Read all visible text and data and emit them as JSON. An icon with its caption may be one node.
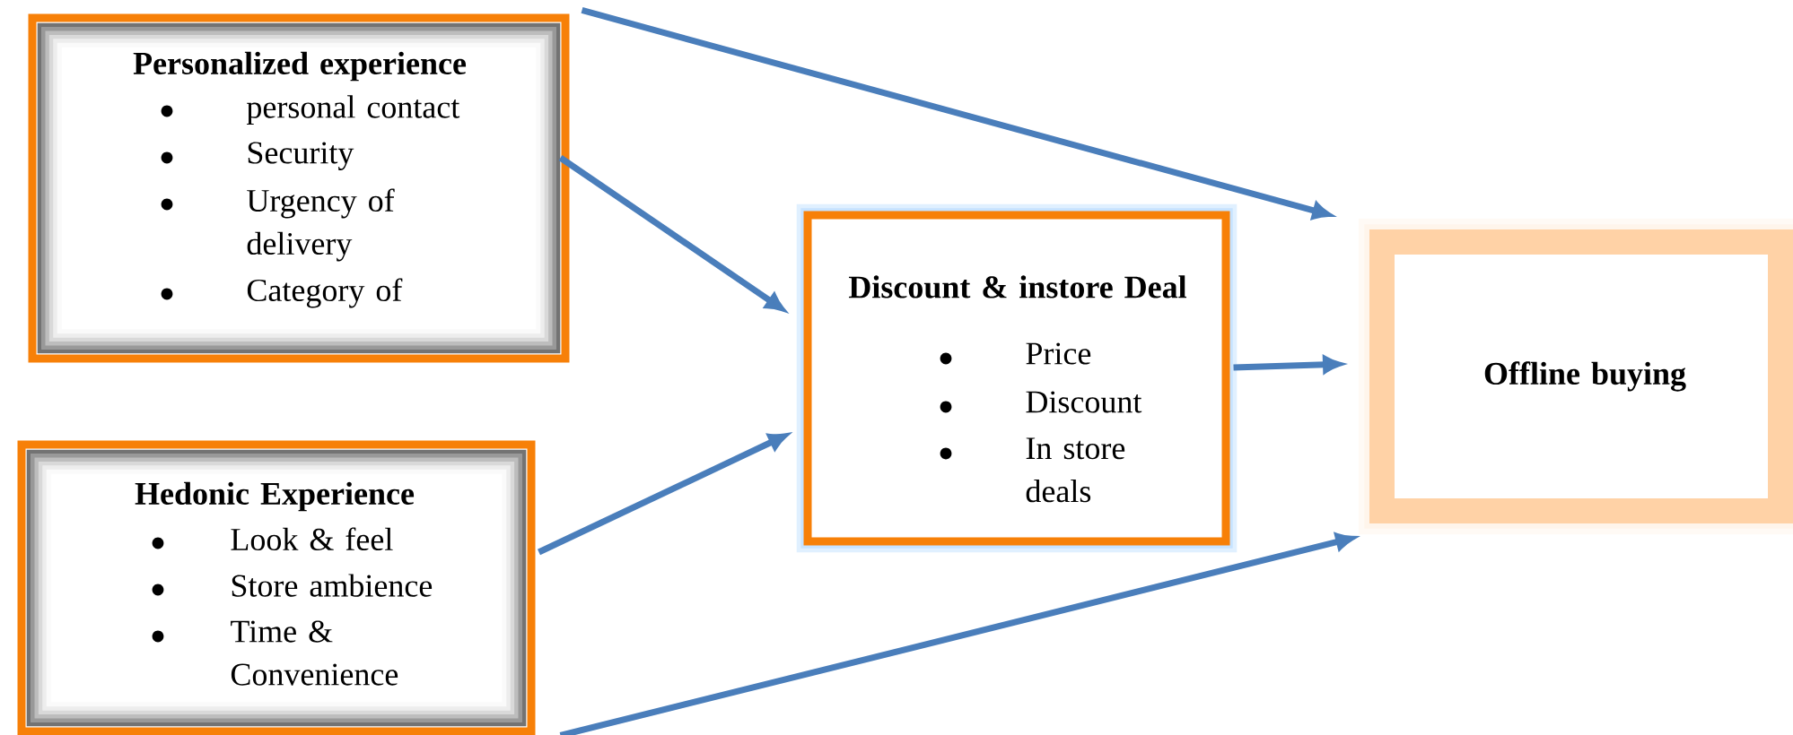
{
  "diagram": {
    "nodes": [
      {
        "text": [
          "Personalized experience",
          "personal contact",
          "Security",
          "Urgency of delivery",
          "Category of"
        ]
      },
      {
        "text": [
          "Hedonic Experience",
          "Look & feel",
          "Store ambience",
          "Time & Convenience"
        ]
      },
      {
        "text": [
          "Discount & instore Deal",
          "Price",
          "Discount",
          "In store deals"
        ]
      },
      {
        "text": [
          "Offline buying"
        ]
      }
    ],
    "edges": [
      {
        "from": 0,
        "to": 3,
        "arrow": "to"
      },
      {
        "from": 0,
        "to": 2,
        "arrow": "to"
      },
      {
        "from": 1,
        "to": 2,
        "arrow": "to"
      },
      {
        "from": 1,
        "to": 3,
        "arrow": "to"
      },
      {
        "from": 2,
        "to": 3,
        "arrow": "to"
      }
    ]
  }
}
